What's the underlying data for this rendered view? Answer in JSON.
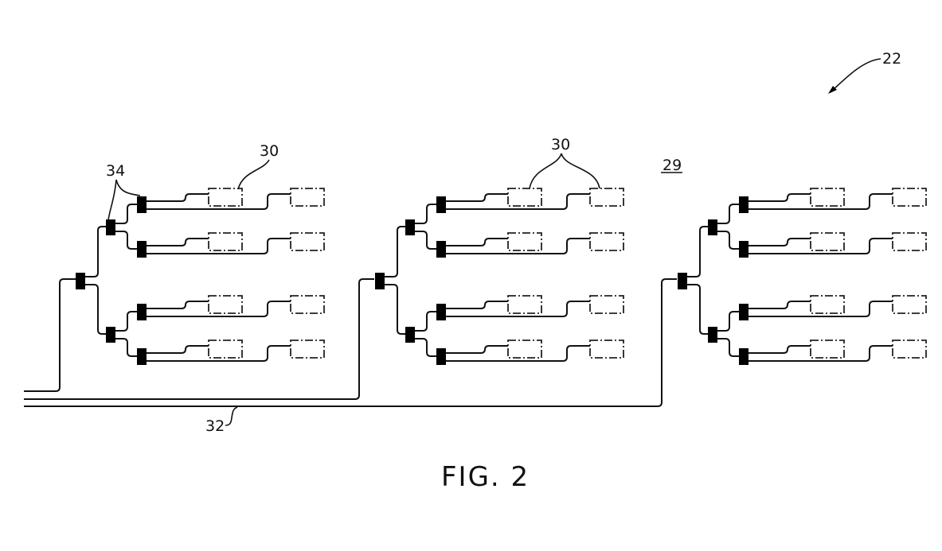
{
  "figure": {
    "caption": "FIG. 2",
    "reference_numerals": {
      "system": "22",
      "area": "29",
      "loads": "30",
      "trunk_cable": "32",
      "splitters": "34"
    }
  },
  "diagram": {
    "type": "distribution tree",
    "trees": [
      {
        "id": "tree-1",
        "levels": 3,
        "leaf_pairs": 4,
        "loads": 8
      },
      {
        "id": "tree-2",
        "levels": 3,
        "leaf_pairs": 4,
        "loads": 8
      },
      {
        "id": "tree-3",
        "levels": 3,
        "leaf_pairs": 4,
        "loads": 8
      }
    ],
    "trunk_lines": 3
  }
}
